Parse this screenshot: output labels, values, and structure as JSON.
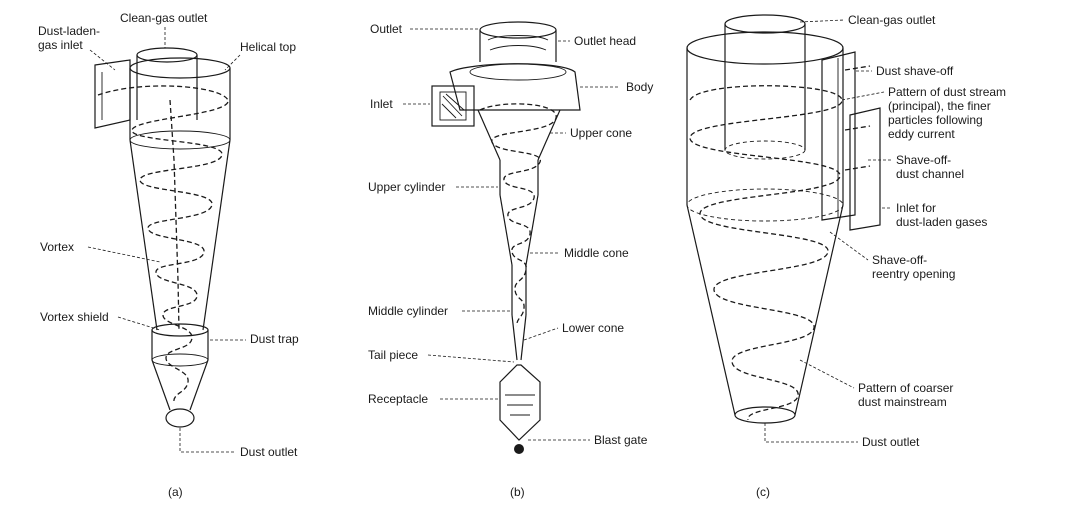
{
  "panel_a": {
    "caption": "(a)",
    "labels": {
      "clean_gas_outlet": "Clean-gas outlet",
      "dust_laden_line1": "Dust-laden-",
      "dust_laden_line2": "gas inlet",
      "helical_top": "Helical top",
      "vortex": "Vortex",
      "vortex_shield": "Vortex shield",
      "dust_trap": "Dust trap",
      "dust_outlet": "Dust outlet"
    }
  },
  "panel_b": {
    "caption": "(b)",
    "labels": {
      "outlet": "Outlet",
      "outlet_head": "Outlet head",
      "inlet": "Inlet",
      "body": "Body",
      "upper_cone": "Upper cone",
      "upper_cylinder": "Upper cylinder",
      "middle_cone": "Middle cone",
      "middle_cylinder": "Middle cylinder",
      "lower_cone": "Lower cone",
      "tail_piece": "Tail piece",
      "receptacle": "Receptacle",
      "blast_gate": "Blast gate"
    }
  },
  "panel_c": {
    "caption": "(c)",
    "labels": {
      "clean_gas_outlet": "Clean-gas outlet",
      "dust_shave_off": "Dust shave-off",
      "pattern_dust_stream_1": "Pattern of dust stream",
      "pattern_dust_stream_2": "(principal), the finer",
      "pattern_dust_stream_3": "particles following",
      "pattern_dust_stream_4": "eddy current",
      "shave_off_channel_1": "Shave-off-",
      "shave_off_channel_2": "dust channel",
      "inlet_dust_1": "Inlet for",
      "inlet_dust_2": "dust-laden gases",
      "reentry_1": "Shave-off-",
      "reentry_2": "reentry opening",
      "coarser_1": "Pattern of coarser",
      "coarser_2": "dust mainstream",
      "dust_outlet": "Dust outlet"
    }
  }
}
